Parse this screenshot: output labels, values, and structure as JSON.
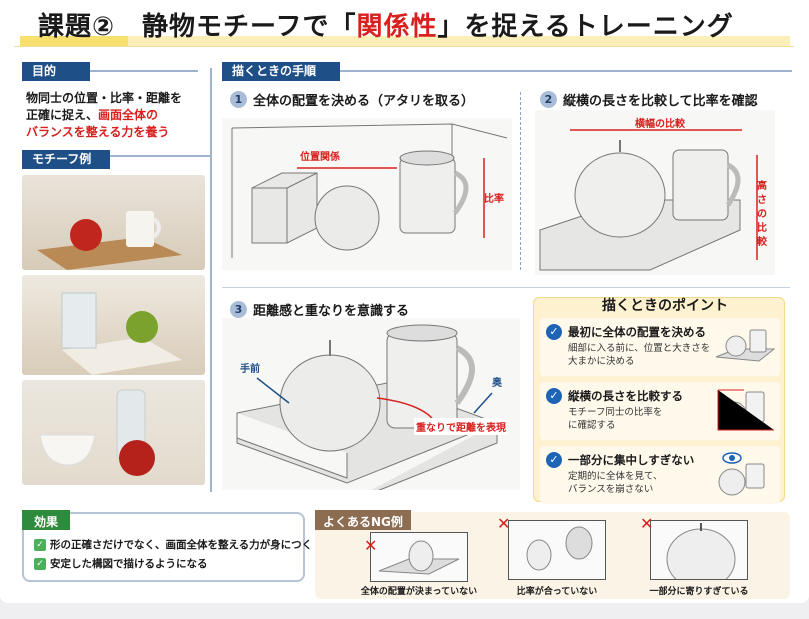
{
  "title": {
    "prefix": "課題②　静物モチーフで「",
    "highlight": "関係性",
    "suffix": "」を捉えるトレーニング"
  },
  "purpose": {
    "label": "目的",
    "line1": "物同士の位置・比率・距離を",
    "line2a": "正確に捉え、",
    "line2b": "画面全体の",
    "line3": "バランスを整える力を養う"
  },
  "motif": {
    "label": "モチーフ例"
  },
  "procedure": {
    "label": "描くときの手順",
    "steps": [
      {
        "num": "1",
        "title": "全体の配置を決める（アタリを取る）",
        "labels": [
          "位置関係",
          "比率"
        ]
      },
      {
        "num": "2",
        "title": "縦横の長さを比較して比率を確認",
        "labels": [
          "横幅の比較",
          "高さの",
          "比較"
        ]
      },
      {
        "num": "3",
        "title": "距離感と重なりを意識する",
        "labels": [
          "手前",
          "奥",
          "重なりで距離を表現"
        ]
      }
    ]
  },
  "points": {
    "title": "描くときのポイント",
    "items": [
      {
        "heading": "最初に全体の配置を決める",
        "desc1": "細部に入る前に、位置と大きさを",
        "desc2": "大まかに決める"
      },
      {
        "heading": "縦横の長さを比較する",
        "desc1": "モチーフ同士の比率を",
        "desc2": "に確認する"
      },
      {
        "heading": "一部分に集中しすぎない",
        "desc1": "定期的に全体を見て、",
        "desc2": "バランスを崩さない"
      }
    ]
  },
  "effect": {
    "label": "効果",
    "items": [
      "形の正確さだけでなく、画面全体を整える力が身につく",
      "安定した構図で描けるようになる"
    ]
  },
  "ng": {
    "label": "よくあるNG例",
    "mark": "✕",
    "items": [
      "全体の配置が決まっていない",
      "比率が合っていない",
      "一部分に寄りすぎている"
    ]
  },
  "colors": {
    "accent_red": "#d8201f",
    "badge_blue": "#1f4f87",
    "effect_green": "#2e8a3c",
    "ng_brown": "#8c6d52"
  }
}
